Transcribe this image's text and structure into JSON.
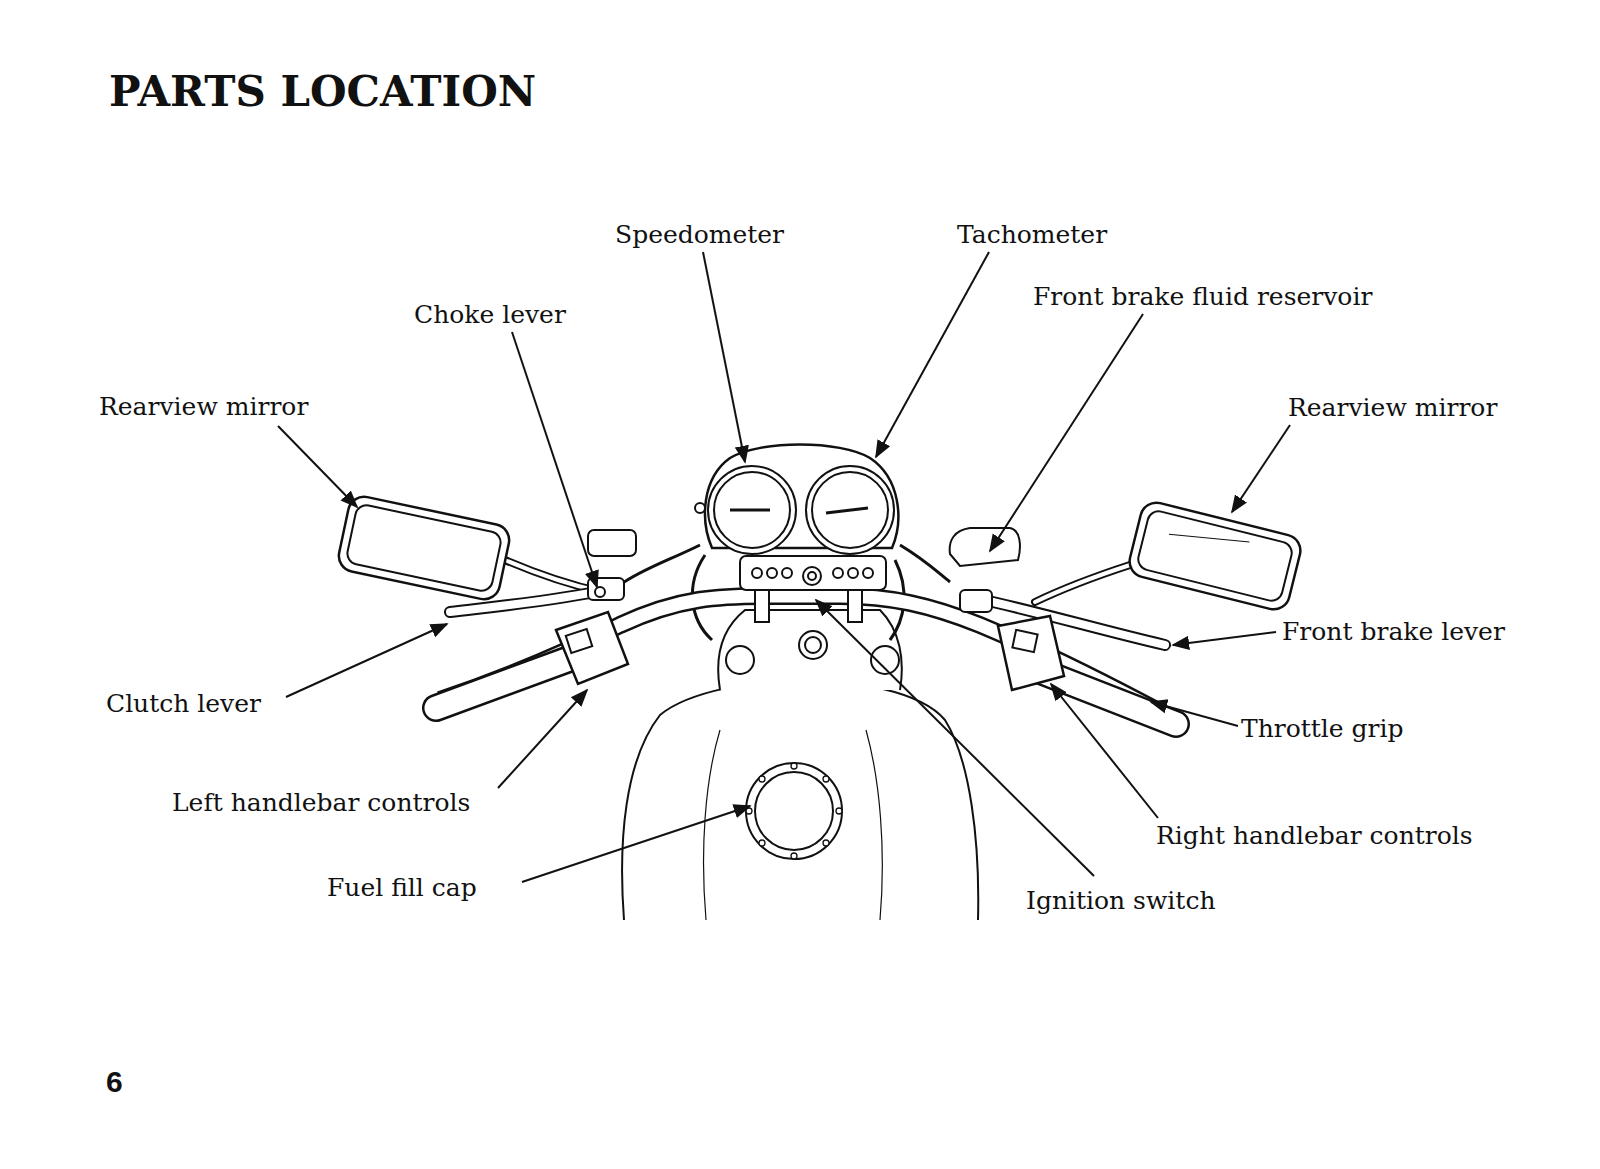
{
  "diagram": {
    "title": "PARTS LOCATION",
    "labels": [
      "Speedometer",
      "Tachometer",
      "Front brake fluid reservoir",
      "Choke lever",
      "Rearview mirror",
      "Rearview mirror",
      "Front brake lever",
      "Clutch lever",
      "Throttle grip",
      "Left handlebar controls",
      "Right handlebar controls",
      "Fuel fill cap",
      "Ignition switch",
      "6"
    ]
  }
}
